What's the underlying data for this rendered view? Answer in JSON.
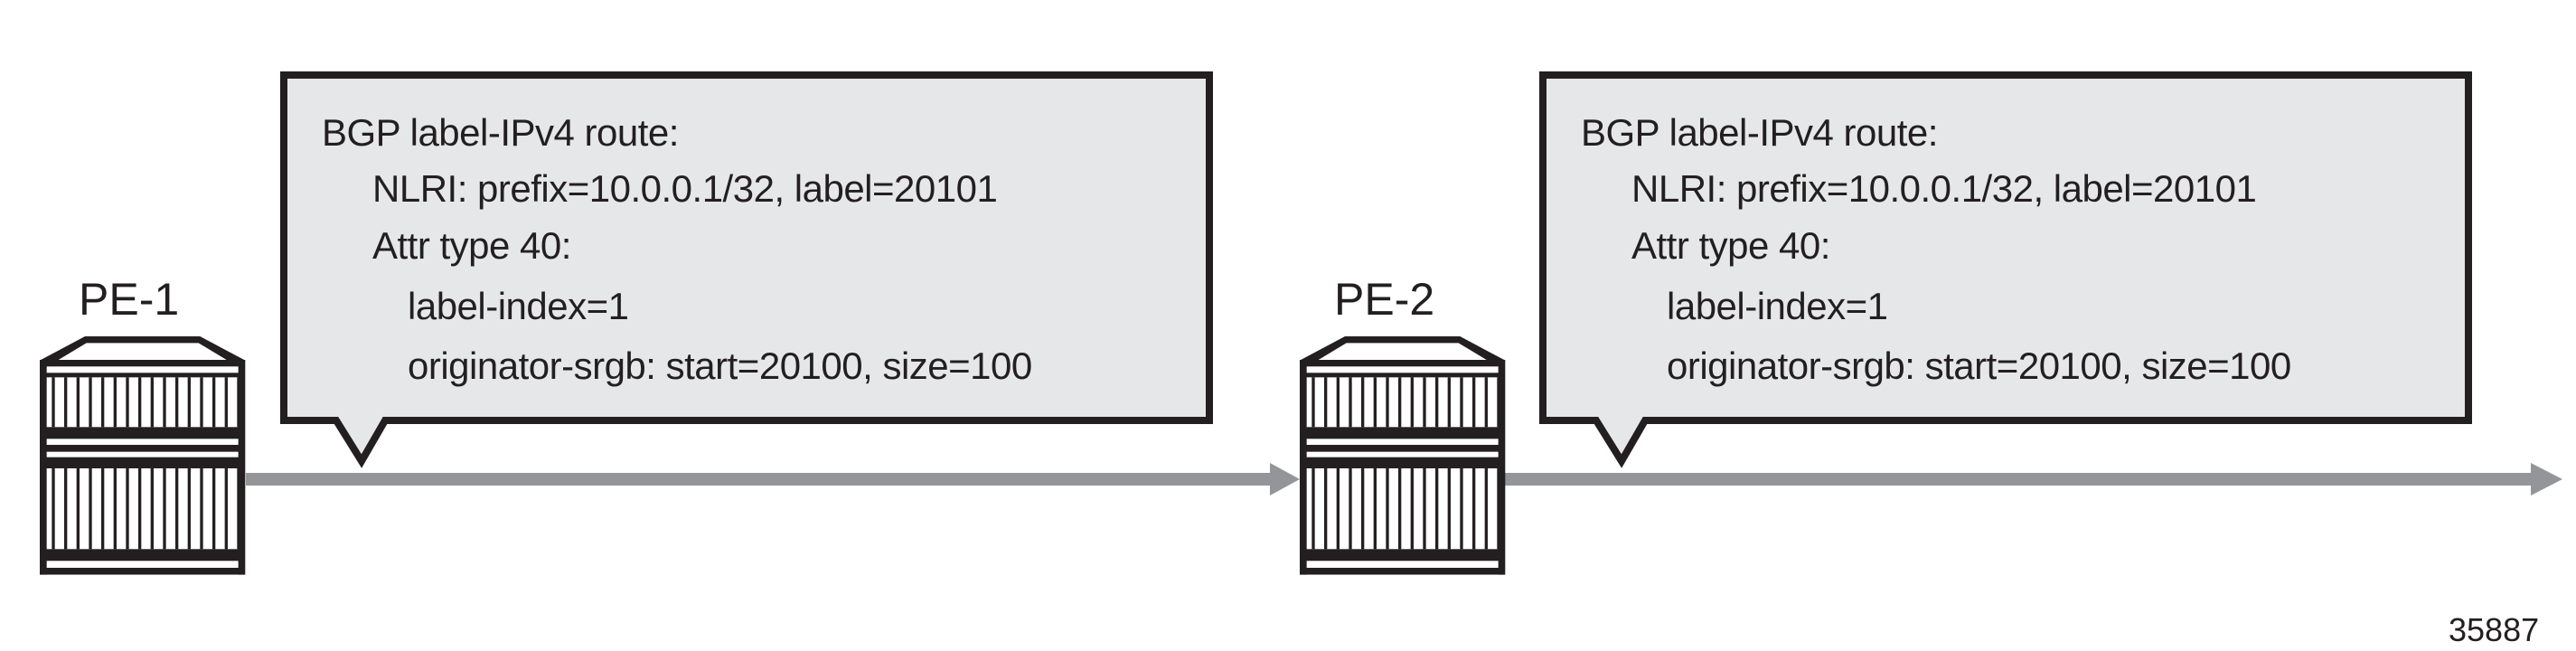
{
  "nodes": [
    {
      "label": "PE-1"
    },
    {
      "label": "PE-2"
    }
  ],
  "callouts": [
    {
      "title": "BGP label-IPv4 route:",
      "nlri": "NLRI: prefix=10.0.0.1/32, label=20101",
      "attr": "Attr type 40:",
      "label_index": "label-index=1",
      "srgb": "originator-srgb: start=20100, size=100"
    },
    {
      "title": "BGP label-IPv4 route:",
      "nlri": "NLRI: prefix=10.0.0.1/32, label=20101",
      "attr": "Attr type 40:",
      "label_index": "label-index=1",
      "srgb": "originator-srgb: start=20100, size=100"
    }
  ],
  "figure_number": "35887",
  "colors": {
    "stroke": "#231f20",
    "callout_fill": "#e6e7e8",
    "arrow": "#939598"
  }
}
